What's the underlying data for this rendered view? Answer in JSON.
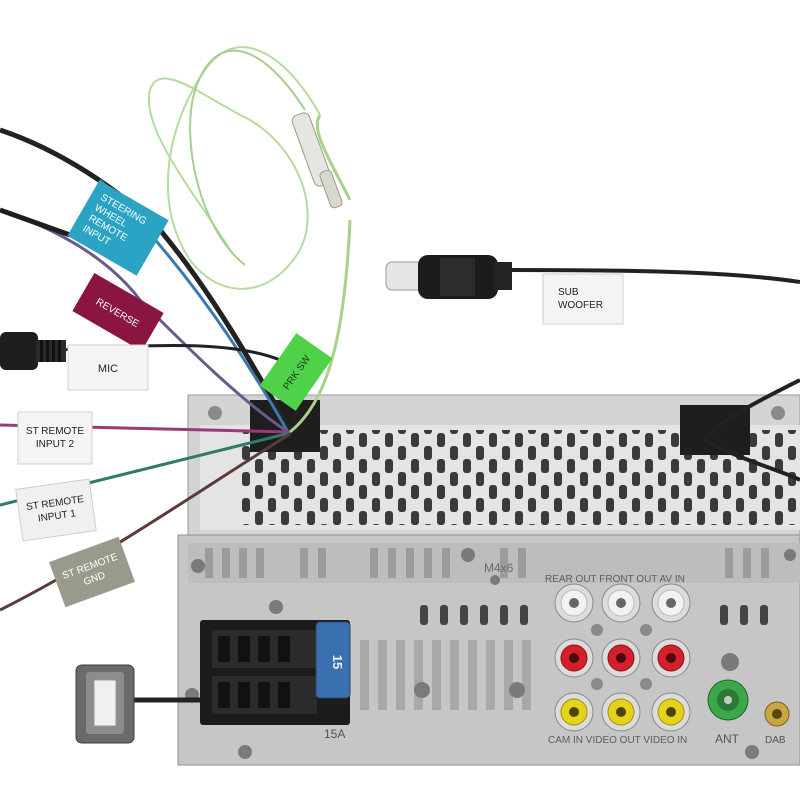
{
  "labels": {
    "steering": [
      "STEERING",
      "WHEEL",
      "REMOTE",
      "INPUT"
    ],
    "reverse": "REVERSE",
    "mic": "MIC",
    "prk_sw": "PRK SW",
    "subwoofer": [
      "SUB",
      "WOOFER"
    ],
    "st_remote_input2": [
      "ST REMOTE",
      "INPUT 2"
    ],
    "st_remote_input1": [
      "ST REMOTE",
      "INPUT 1"
    ],
    "st_remote_gnd": [
      "ST REMOTE",
      "GND"
    ]
  },
  "unit": {
    "fuse_rating": "15",
    "fuse_amp_label": "15A",
    "screw_spec": "M4x6",
    "rca_top_header": "REAR OUT FRONT OUT AV IN",
    "rca_bottom_header": "CAM IN VIDEO OUT VIDEO IN",
    "ant_label": "ANT",
    "dab_label": "DAB"
  },
  "colors": {
    "steering_tag": "#2aa3c4",
    "reverse_tag": "#8a1540",
    "prk_tag": "#4fd24a",
    "gnd_tag": "#9a9a8c",
    "chassis": "#c6c6c6",
    "rca_white": "#f2f2f2",
    "rca_red": "#d4202a",
    "rca_yellow": "#e6d21c",
    "ant_green": "#3aa84a",
    "fuse_blue": "#3a6fb0"
  }
}
